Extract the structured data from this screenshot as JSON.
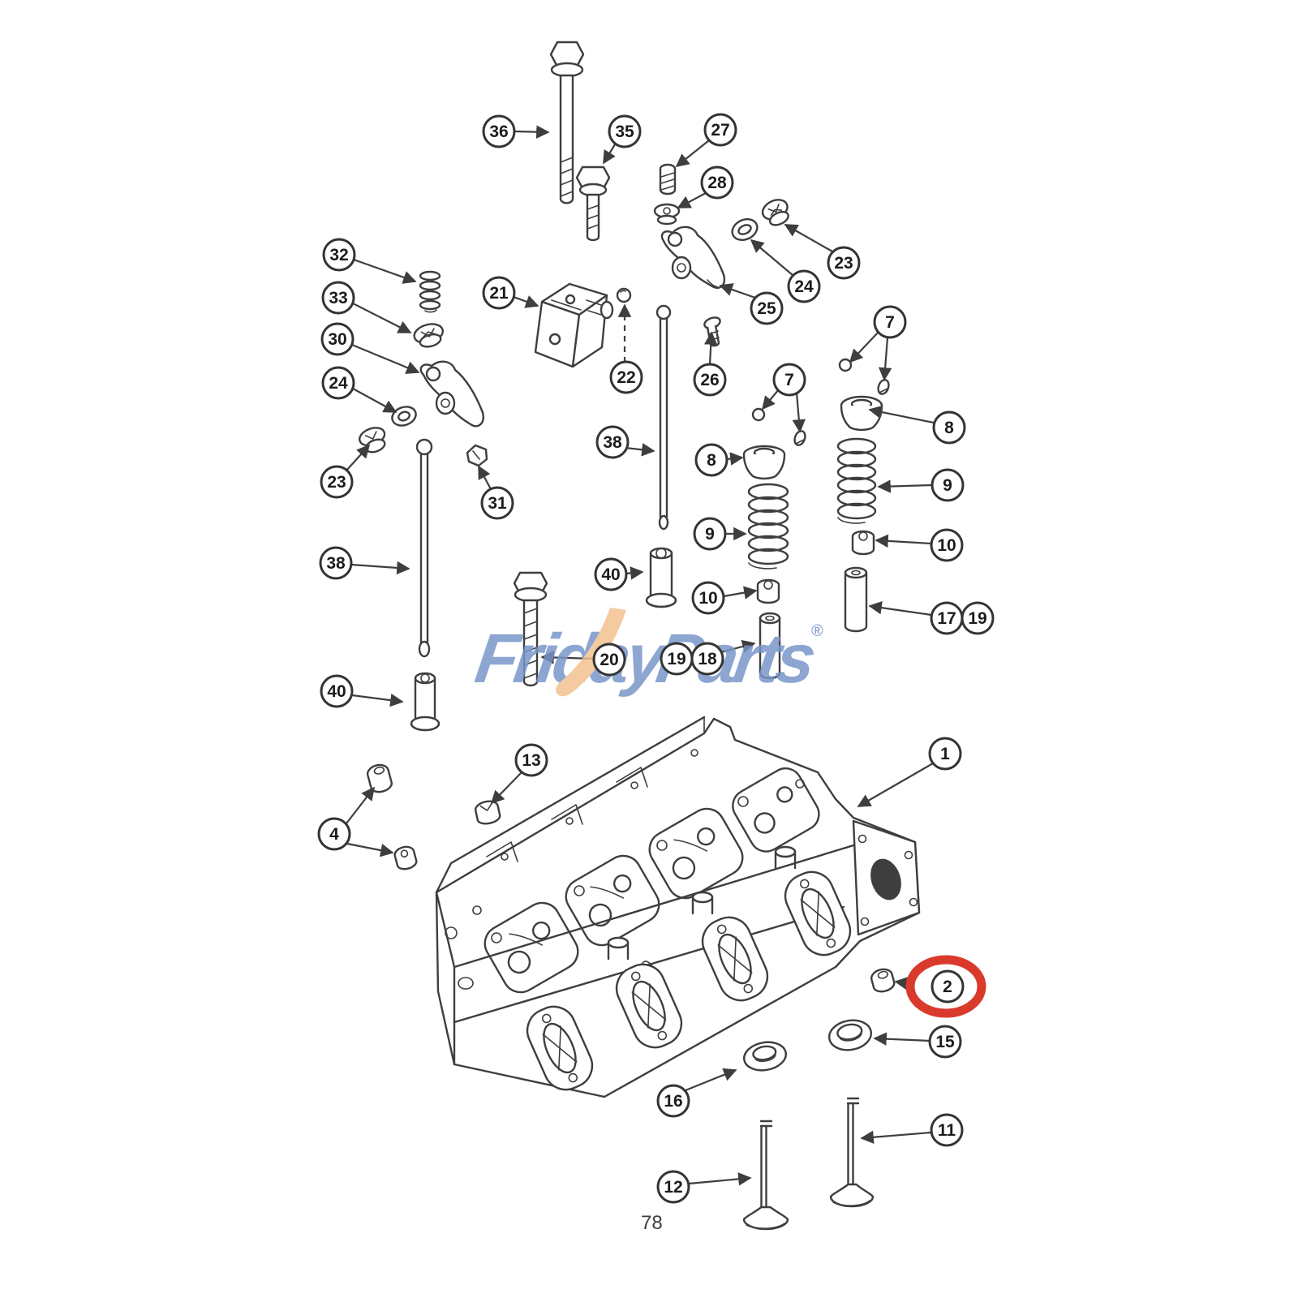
{
  "figure": {
    "type": "exploded-parts-diagram",
    "subject": "engine cylinder head assembly",
    "page_number": "78"
  },
  "brand": {
    "friday": "Friday",
    "parts": "Parts",
    "registered": "®",
    "blue": "#7796c9",
    "orange": "#f2c08f"
  },
  "highlight": {
    "label": "2",
    "color": "#d93a2b",
    "note": "callout 2 circled in red"
  },
  "callouts": [
    {
      "label": "36"
    },
    {
      "label": "35"
    },
    {
      "label": "27"
    },
    {
      "label": "28"
    },
    {
      "label": "23"
    },
    {
      "label": "24"
    },
    {
      "label": "25"
    },
    {
      "label": "32"
    },
    {
      "label": "33"
    },
    {
      "label": "30"
    },
    {
      "label": "24"
    },
    {
      "label": "23"
    },
    {
      "label": "21"
    },
    {
      "label": "22"
    },
    {
      "label": "26"
    },
    {
      "label": "31"
    },
    {
      "label": "7"
    },
    {
      "label": "7"
    },
    {
      "label": "8"
    },
    {
      "label": "8"
    },
    {
      "label": "9"
    },
    {
      "label": "9"
    },
    {
      "label": "10"
    },
    {
      "label": "10"
    },
    {
      "label": "38"
    },
    {
      "label": "38"
    },
    {
      "label": "40"
    },
    {
      "label": "40"
    },
    {
      "label": "17"
    },
    {
      "label": "19"
    },
    {
      "label": "20"
    },
    {
      "label": "19"
    },
    {
      "label": "18"
    },
    {
      "label": "13"
    },
    {
      "label": "4"
    },
    {
      "label": "1"
    },
    {
      "label": "2"
    },
    {
      "label": "15"
    },
    {
      "label": "16"
    },
    {
      "label": "11"
    },
    {
      "label": "12"
    }
  ]
}
